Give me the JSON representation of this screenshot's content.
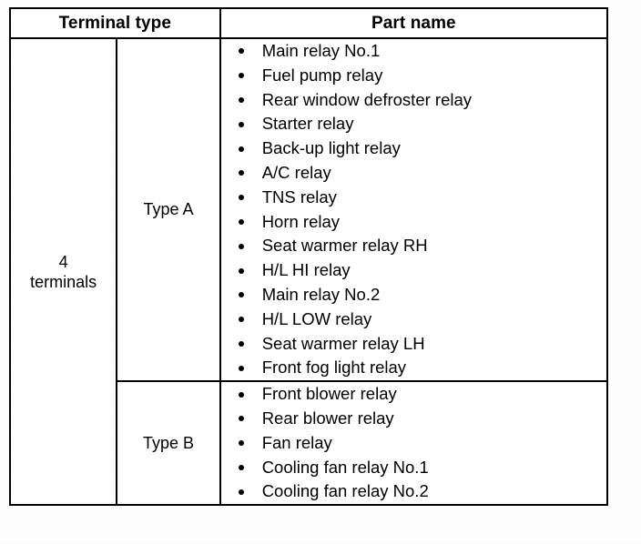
{
  "document": {
    "table_title": "",
    "headers": {
      "terminal_type": "Terminal type",
      "part_name": "Part name"
    },
    "terminal_group": {
      "label_line1": "4",
      "label_line2": "terminals"
    },
    "rows": [
      {
        "type_label": "Type A",
        "parts": [
          "Main relay No.1",
          "Fuel pump relay",
          "Rear window defroster relay",
          "Starter relay",
          "Back-up light relay",
          "A/C relay",
          "TNS relay",
          "Horn relay",
          "Seat warmer relay RH",
          "H/L HI relay",
          "Main relay No.2",
          "H/L LOW relay",
          "Seat warmer relay LH",
          "Front fog light relay"
        ]
      },
      {
        "type_label": "Type B",
        "parts": [
          "Front blower relay",
          "Rear blower relay",
          "Fan relay",
          "Cooling fan relay No.1",
          "Cooling fan relay No.2"
        ]
      }
    ]
  },
  "colors": {
    "ink": "#000000",
    "paper": "#ffffff",
    "rule": "#000000"
  }
}
